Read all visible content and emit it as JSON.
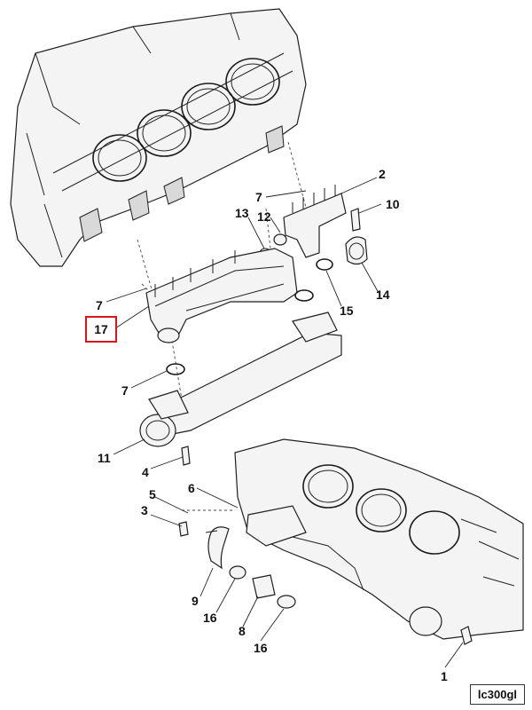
{
  "callouts": [
    {
      "id": "c2",
      "label": "2"
    },
    {
      "id": "c7a",
      "label": "7"
    },
    {
      "id": "c10",
      "label": "10"
    },
    {
      "id": "c13",
      "label": "13"
    },
    {
      "id": "c12",
      "label": "12"
    },
    {
      "id": "c7b",
      "label": "7"
    },
    {
      "id": "c17",
      "label": "17",
      "selected": true
    },
    {
      "id": "c14",
      "label": "14"
    },
    {
      "id": "c15",
      "label": "15"
    },
    {
      "id": "c7c",
      "label": "7"
    },
    {
      "id": "c11",
      "label": "11"
    },
    {
      "id": "c4",
      "label": "4"
    },
    {
      "id": "c5",
      "label": "5"
    },
    {
      "id": "c6",
      "label": "6"
    },
    {
      "id": "c3",
      "label": "3"
    },
    {
      "id": "c9",
      "label": "9"
    },
    {
      "id": "c16a",
      "label": "16"
    },
    {
      "id": "c8",
      "label": "8"
    },
    {
      "id": "c16b",
      "label": "16"
    },
    {
      "id": "c1",
      "label": "1"
    }
  ],
  "reference_code": "lc300gl",
  "colors": {
    "highlight": "#d8151b",
    "line": "#1f1f1f"
  }
}
